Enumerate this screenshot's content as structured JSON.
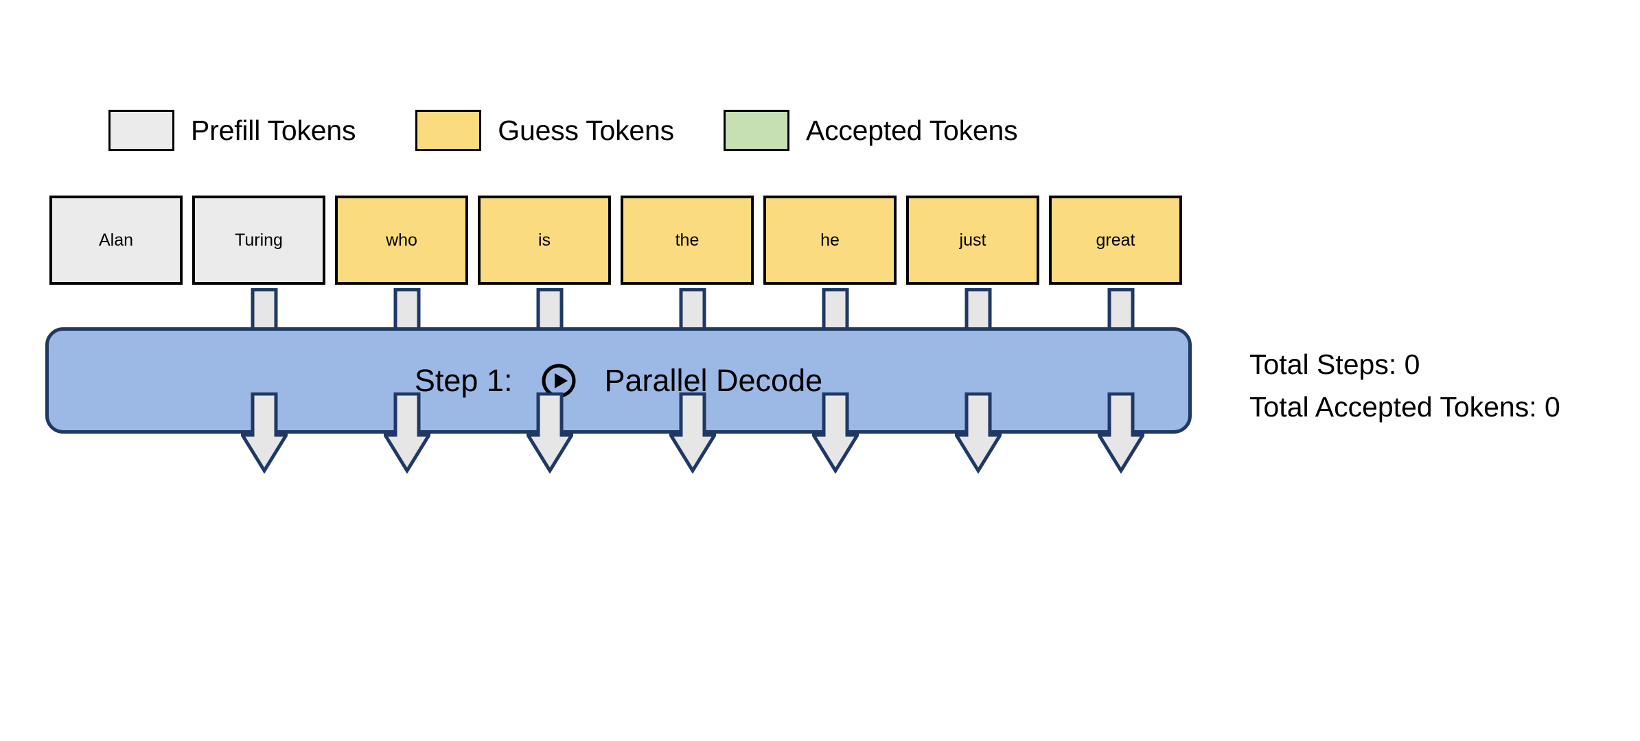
{
  "legend": {
    "items": [
      {
        "label": "Prefill Tokens",
        "swatch_color": "#ebebeb",
        "icon": "prefill-swatch"
      },
      {
        "label": "Guess Tokens",
        "swatch_color": "#fadb7f",
        "icon": "guess-swatch"
      },
      {
        "label": "Accepted Tokens",
        "swatch_color": "#c6e0b4",
        "icon": "accepted-swatch"
      }
    ]
  },
  "tokens": [
    {
      "text": "Alan",
      "type": "prefill"
    },
    {
      "text": "Turing",
      "type": "prefill"
    },
    {
      "text": "who",
      "type": "guess"
    },
    {
      "text": "is",
      "type": "guess"
    },
    {
      "text": "the",
      "type": "guess"
    },
    {
      "text": "he",
      "type": "guess"
    },
    {
      "text": "just",
      "type": "guess"
    },
    {
      "text": "great",
      "type": "guess"
    }
  ],
  "decode": {
    "step_label": "Step 1:",
    "action_label": "Parallel Decode",
    "play_icon": "play-circle-icon",
    "bar_color": "#9cb8e4",
    "bar_border_color": "#1f3864",
    "arrow_fill": "#e7e6e6",
    "arrow_stroke": "#1f3864",
    "arrows_in": 7,
    "arrows_out": 7
  },
  "stats": {
    "total_steps_label": "Total Steps: 0",
    "total_accepted_label": "Total Accepted Tokens: 0"
  }
}
